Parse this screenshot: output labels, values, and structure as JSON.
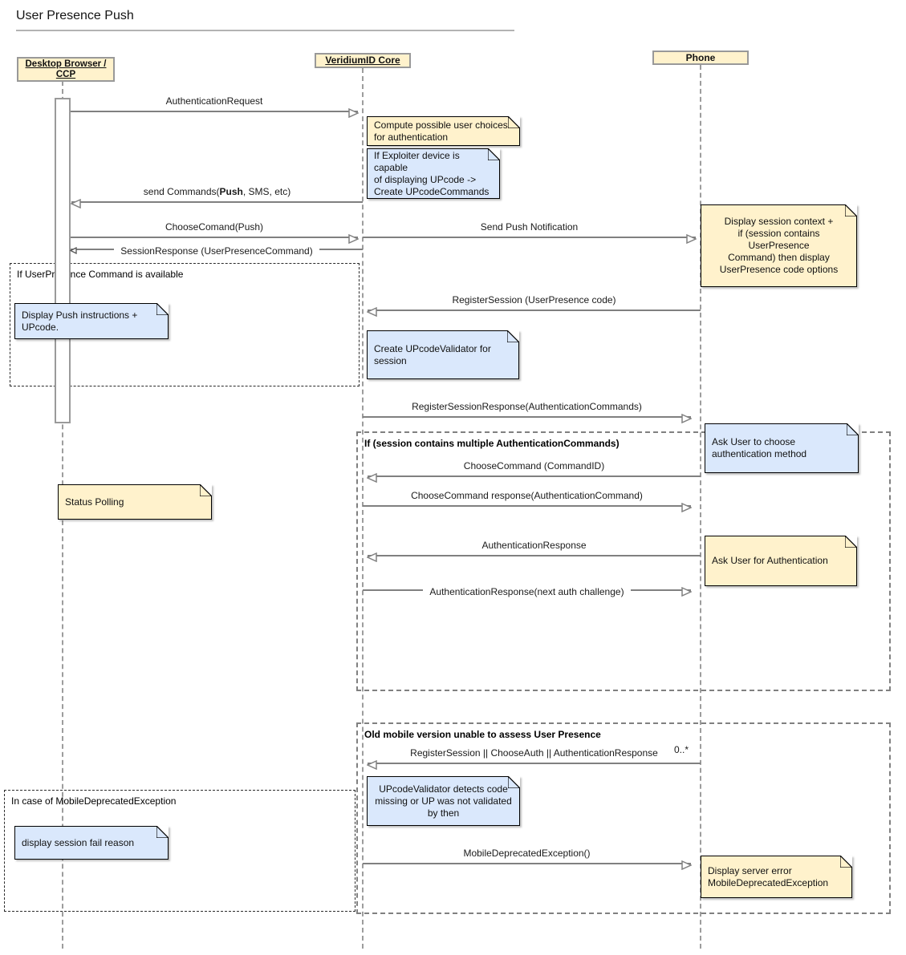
{
  "title": "User Presence Push",
  "actors": {
    "desktop": {
      "label": "Desktop Browser /\nCCP"
    },
    "core": {
      "label": "VeridiumID Core"
    },
    "phone": {
      "label": "Phone"
    }
  },
  "messages": {
    "authentication_request": "AuthenticationRequest",
    "send_commands_prefix": "send Commands(",
    "send_commands_bold": "Push",
    "send_commands_suffix": ", SMS, etc)",
    "choose_comand_push": "ChooseComand(Push)",
    "send_push_notification": "Send Push Notification",
    "session_response": "SessionResponse (UserPresenceCommand)",
    "register_session": "RegisterSession (UserPresence code)",
    "register_session_response": "RegisterSessionResponse(AuthenticationCommands)",
    "choose_command": "ChooseCommand (CommandID)",
    "choose_command_response": "ChooseCommand response(AuthenticationCommand)",
    "authentication_response": "AuthenticationResponse",
    "authentication_response_next": "AuthenticationResponse(next auth challenge)",
    "register_or_choose": "RegisterSession || ChooseAuth || AuthenticationResponse",
    "register_or_choose_multiplicity": "0..*",
    "mobile_deprecated_exception": "MobileDeprecatedException()"
  },
  "fragments": {
    "up_available": "If UserPresence Command is available",
    "multiple_commands": "If (session contains multiple AuthenticationCommands)",
    "old_mobile": "Old mobile version unable to assess User Presence",
    "mobile_deprecated": "In case of MobileDeprecatedException"
  },
  "notes": {
    "compute_choices": "Compute possible user choices\nfor authentication",
    "exploiter_device": "If Exploiter device is capable\nof displaying UPcode ->\nCreate UPcodeCommands",
    "display_session_context": "Display session context +\nif (session contains UserPresence\nCommand) then display\nUserPresence code options",
    "display_push_instructions": "Display Push instructions +\nUPcode.",
    "create_upcode_validator": "Create UPcodeValidator for\nsession",
    "ask_choose_method": "Ask User to choose\nauthentication method",
    "status_polling": "Status Polling",
    "ask_authentication": "Ask User for Authentication",
    "upcode_validator_detects": "UPcodeValidator detects code\nmissing or UP was not validated\nby then",
    "display_fail_reason": "display session fail reason",
    "display_server_error": "Display server error\nMobileDeprecatedException"
  },
  "colors": {
    "note_yellow": "#FFF2CC",
    "note_blue": "#DAE8FC",
    "line_gray": "#808080"
  }
}
